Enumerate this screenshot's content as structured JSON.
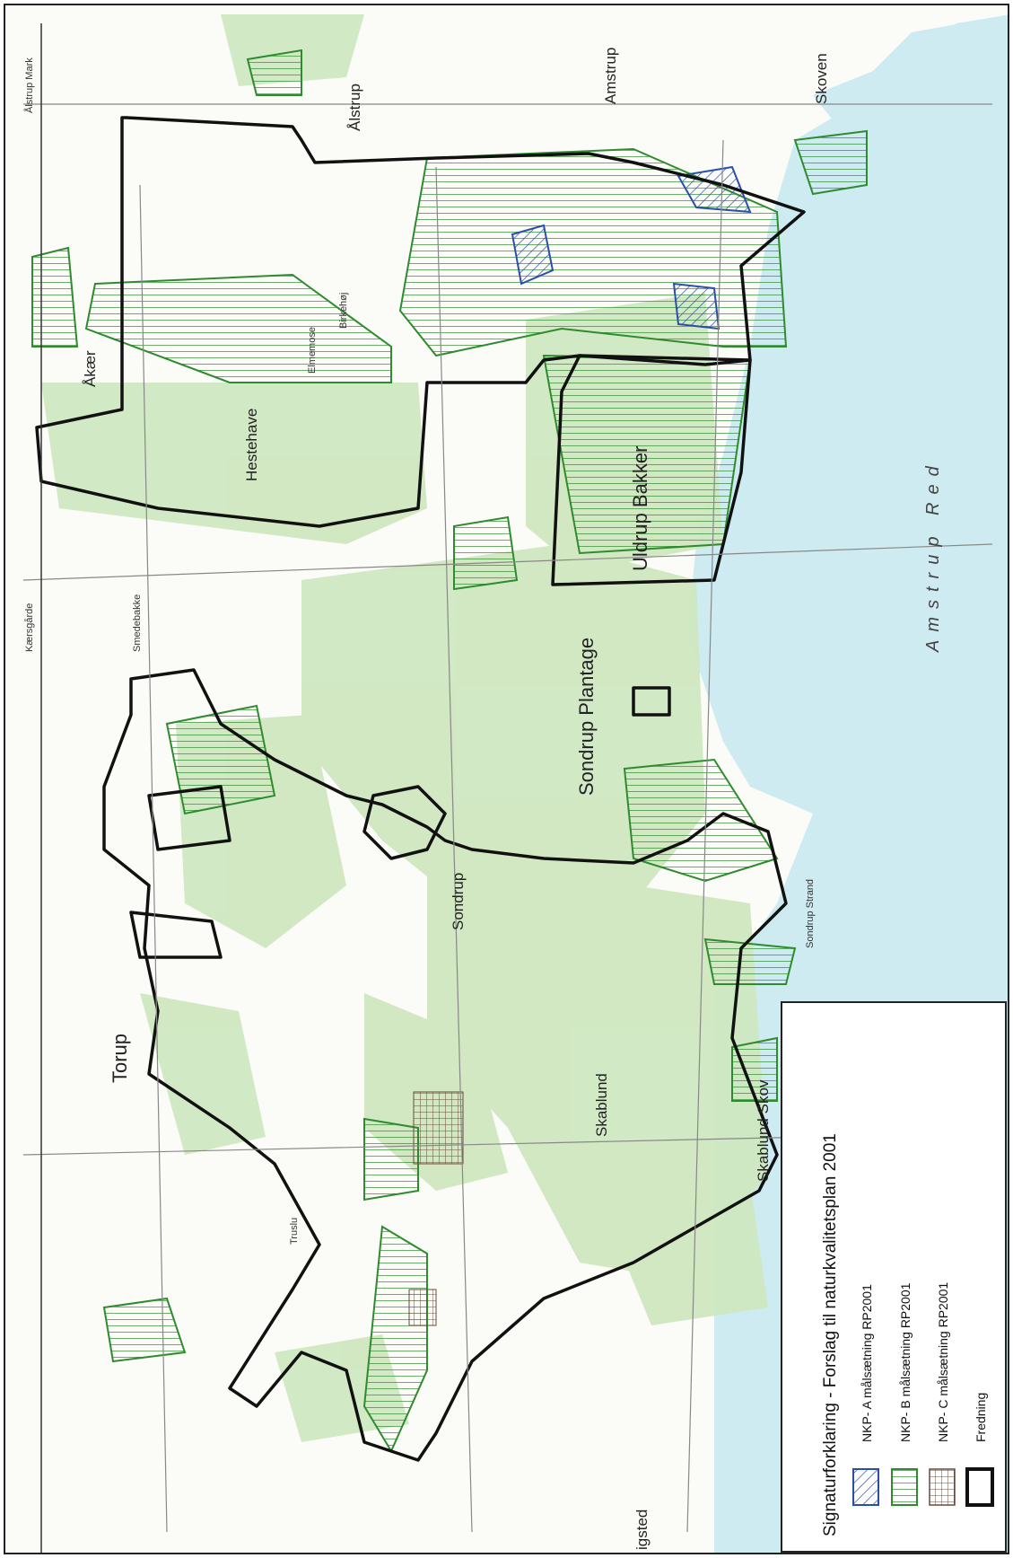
{
  "legend": {
    "title": "Signaturforklaring - Forslag til naturkvalitetsplan 2001",
    "items": [
      {
        "key": "nkp_a",
        "label": "NKP- A målsætning RP2001",
        "color": "#2a4fa8",
        "icon": "diagonal-hatch-blue"
      },
      {
        "key": "nkp_b",
        "label": "NKP- B målsætning RP2001",
        "color": "#2e8b2e",
        "icon": "vertical-hatch-green"
      },
      {
        "key": "nkp_c",
        "label": "NKP- C målsætning RP2001",
        "color": "#6b4a3a",
        "icon": "grid-hatch-brown"
      },
      {
        "key": "fredning",
        "label": "Fredning",
        "color": "#111111",
        "icon": "thick-outline-black"
      }
    ]
  },
  "places": {
    "alstrup": "Ålstrup",
    "amstrup": "Amstrup",
    "skoven": "Skoven",
    "aakaer": "Åkær",
    "hestehave": "Hestehave",
    "elmemose": "Elmemose",
    "uldrup_bakker": "Uldrup Bakker",
    "sondrup_plantage": "Sondrup Plantage",
    "sondrup": "Sondrup",
    "sondrup_strand": "Sondrup Strand",
    "torup": "Torup",
    "truslu": "Truslu",
    "skablund": "Skablund",
    "skablund_skov": "Skablund Skov",
    "kaersgaarde": "Kærsgårde",
    "smedebakke": "Smedebakke",
    "brakbjerg": "Birkehøj",
    "igsted": "igsted",
    "alstrup_mark": "Ålstrup Mark"
  },
  "water": {
    "amstrup_red": "Amstrup Red"
  },
  "colors": {
    "sea": "#cdebf1",
    "forest": "#cfe8c1",
    "fredning": "#111111",
    "nkp_b": "#2e8b2e",
    "nkp_a": "#2a4fa8"
  }
}
